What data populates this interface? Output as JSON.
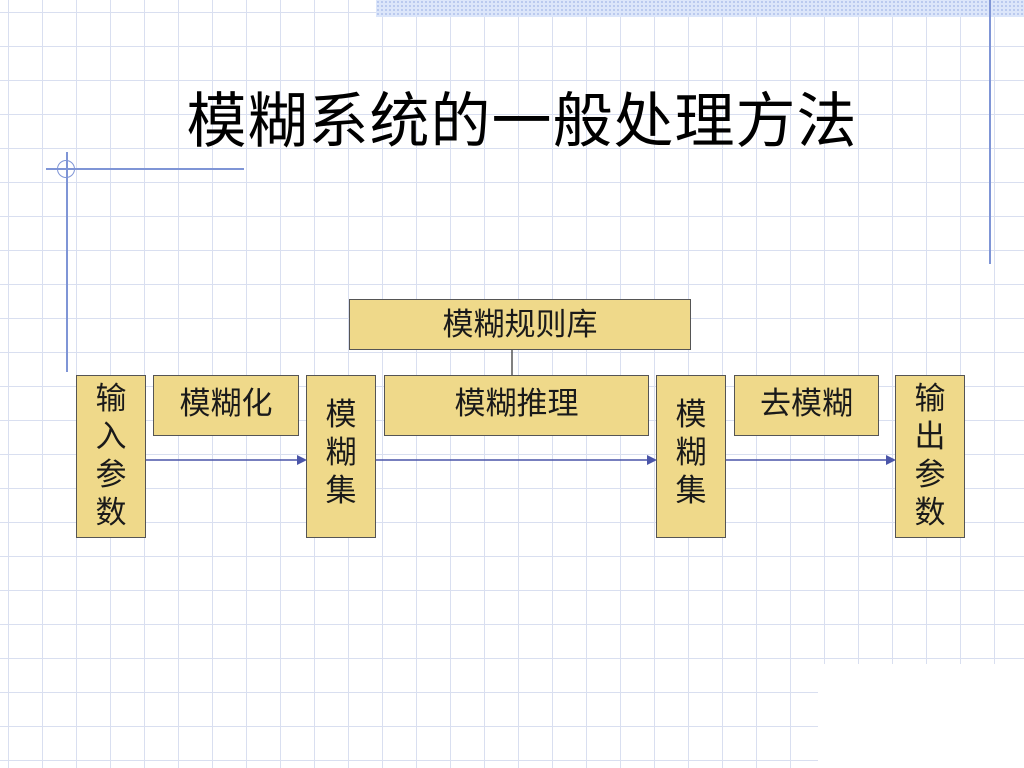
{
  "slide": {
    "title": "模糊系统的一般处理方法"
  },
  "diagram": {
    "rule_base": "模糊规则库",
    "input_params": [
      "输",
      "入",
      "参",
      "数"
    ],
    "fuzzification": "模糊化",
    "fuzzy_set_1": [
      "模",
      "糊",
      "集"
    ],
    "fuzzy_inference": "模糊推理",
    "fuzzy_set_2": [
      "模",
      "糊",
      "集"
    ],
    "defuzzification": "去模糊",
    "output_params": [
      "输",
      "出",
      "参",
      "数"
    ]
  },
  "colors": {
    "box_fill": "#efd98a",
    "arrow": "#4a55a8",
    "grid": "#d9dff0",
    "accent_line": "#7f95d6"
  }
}
